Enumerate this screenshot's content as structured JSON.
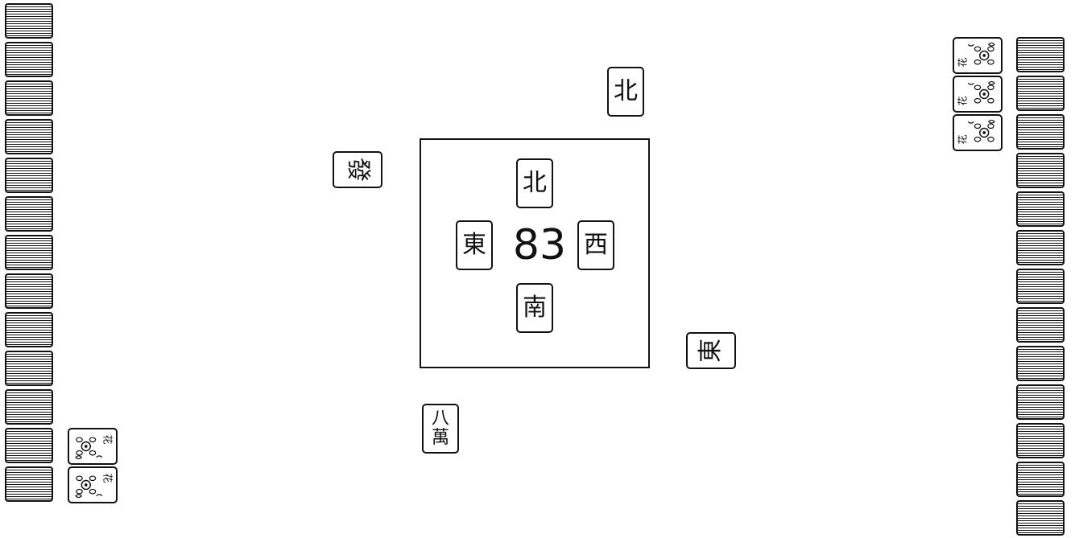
{
  "center": {
    "wall_count": "83",
    "seats": {
      "north": "北",
      "east": "東",
      "west": "西",
      "south": "南"
    }
  },
  "discards": {
    "north_wind": "北",
    "green_dragon": "發",
    "east_wind": "東",
    "eight_man": {
      "number": "八",
      "suit": "萬"
    }
  },
  "players": {
    "left": {
      "hidden_tile_count": 13,
      "flowers": [
        {
          "label": "花",
          "icon": "flower-icon"
        },
        {
          "label": "花",
          "icon": "flower-icon"
        }
      ]
    },
    "right": {
      "hidden_tile_count": 13,
      "flowers": [
        {
          "label": "花",
          "icon": "flower-icon"
        },
        {
          "label": "花",
          "icon": "flower-icon"
        },
        {
          "label": "花",
          "icon": "flower-icon"
        }
      ]
    }
  }
}
